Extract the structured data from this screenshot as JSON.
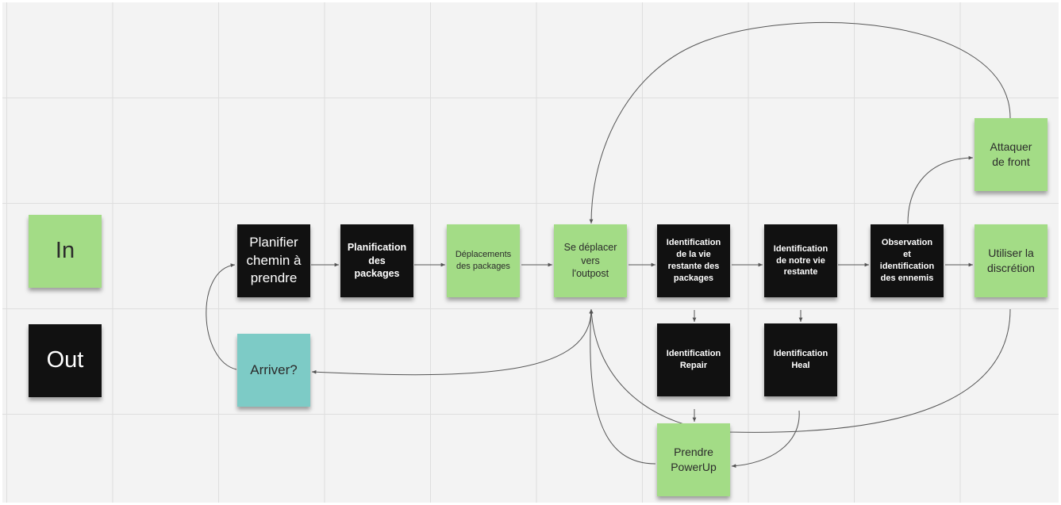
{
  "legend": {
    "in": "In",
    "out": "Out"
  },
  "notes": {
    "planifier": "Planifier\nchemin à\nprendre",
    "planification": "Planification\ndes\npackages",
    "deplacements": "Déplacements\ndes packages",
    "se_deplacer": "Se déplacer\nvers\nl'outpost",
    "id_vie_packages": "Identification\nde la vie\nrestante des\npackages",
    "id_notre_vie": "Identification\nde notre vie\nrestante",
    "observation": "Observation\net\nidentification\ndes ennemis",
    "attaquer": "Attaquer\nde front",
    "discretion": "Utiliser la\ndiscrétion",
    "arriver": "Arriver?",
    "id_repair": "Identification\nRepair",
    "id_heal": "Identification\nHeal",
    "powerup": "Prendre\nPowerUp"
  },
  "colors": {
    "green": "#a3dc86",
    "black": "#111111",
    "teal": "#7dcbc6",
    "connector": "#555555"
  }
}
